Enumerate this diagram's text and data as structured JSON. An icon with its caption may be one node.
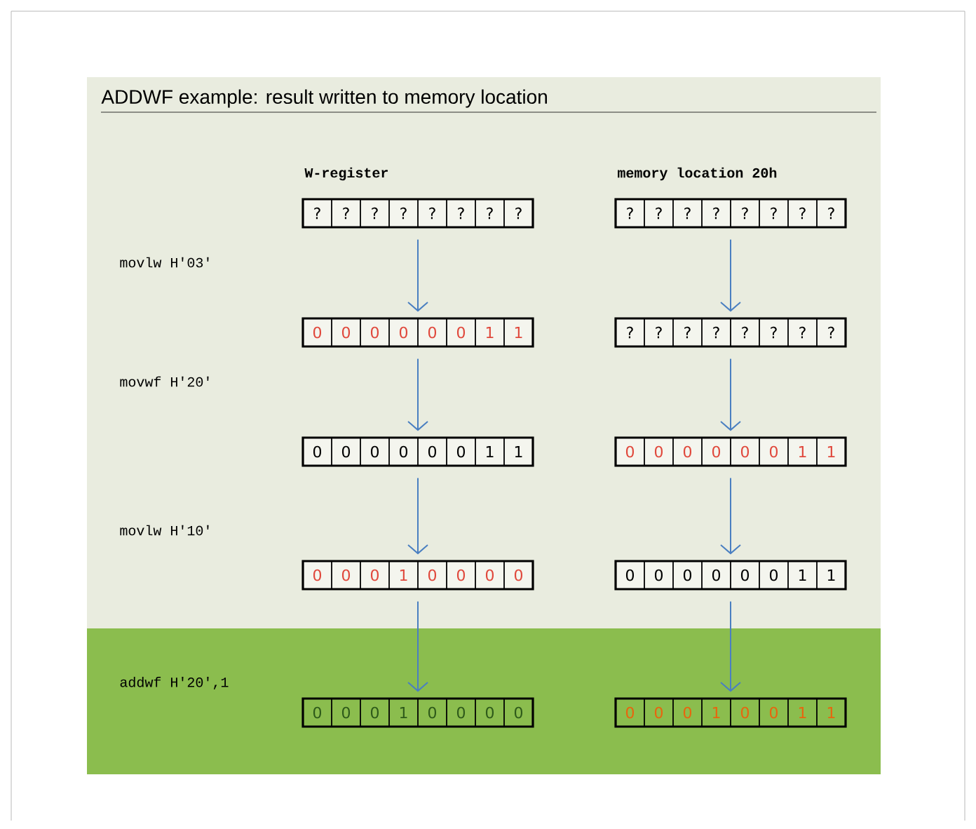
{
  "diagram": {
    "title": "ADDWF example: result written to memory location",
    "nodes": [
      {
        "text": [
          "?",
          "?",
          "?",
          "?",
          "?",
          "?",
          "?",
          "?"
        ]
      },
      {
        "text": [
          "?",
          "?",
          "?",
          "?",
          "?",
          "?",
          "?",
          "?"
        ]
      },
      {
        "text": [
          "0",
          "0",
          "0",
          "0",
          "0",
          "0",
          "1",
          "1"
        ]
      },
      {
        "text": [
          "?",
          "?",
          "?",
          "?",
          "?",
          "?",
          "?",
          "?"
        ]
      },
      {
        "text": [
          "0",
          "0",
          "0",
          "0",
          "0",
          "0",
          "1",
          "1"
        ]
      },
      {
        "text": [
          "0",
          "0",
          "0",
          "0",
          "0",
          "0",
          "1",
          "1"
        ]
      },
      {
        "text": [
          "0",
          "0",
          "0",
          "1",
          "0",
          "0",
          "0",
          "0"
        ]
      },
      {
        "text": [
          "0",
          "0",
          "0",
          "0",
          "0",
          "0",
          "1",
          "1"
        ]
      },
      {
        "text": [
          "0",
          "0",
          "0",
          "1",
          "0",
          "0",
          "0",
          "0"
        ]
      },
      {
        "text": [
          "0",
          "0",
          "0",
          "1",
          "0",
          "0",
          "1",
          "1"
        ]
      }
    ],
    "edges": [
      {
        "from": 0,
        "to": 2,
        "arrow": "to"
      },
      {
        "from": 1,
        "to": 3,
        "arrow": "to"
      },
      {
        "from": 2,
        "to": 4,
        "arrow": "to"
      },
      {
        "from": 3,
        "to": 5,
        "arrow": "to"
      },
      {
        "from": 4,
        "to": 6,
        "arrow": "to"
      },
      {
        "from": 5,
        "to": 7,
        "arrow": "to"
      },
      {
        "from": 6,
        "to": 8,
        "arrow": "to"
      },
      {
        "from": 7,
        "to": 9,
        "arrow": "to"
      }
    ],
    "labels": [
      "W-register",
      "memory location 20h",
      "movlw  H'03'",
      "movwf  H'20'",
      "movlw  H'10'",
      "addwf  H'20',1"
    ]
  }
}
